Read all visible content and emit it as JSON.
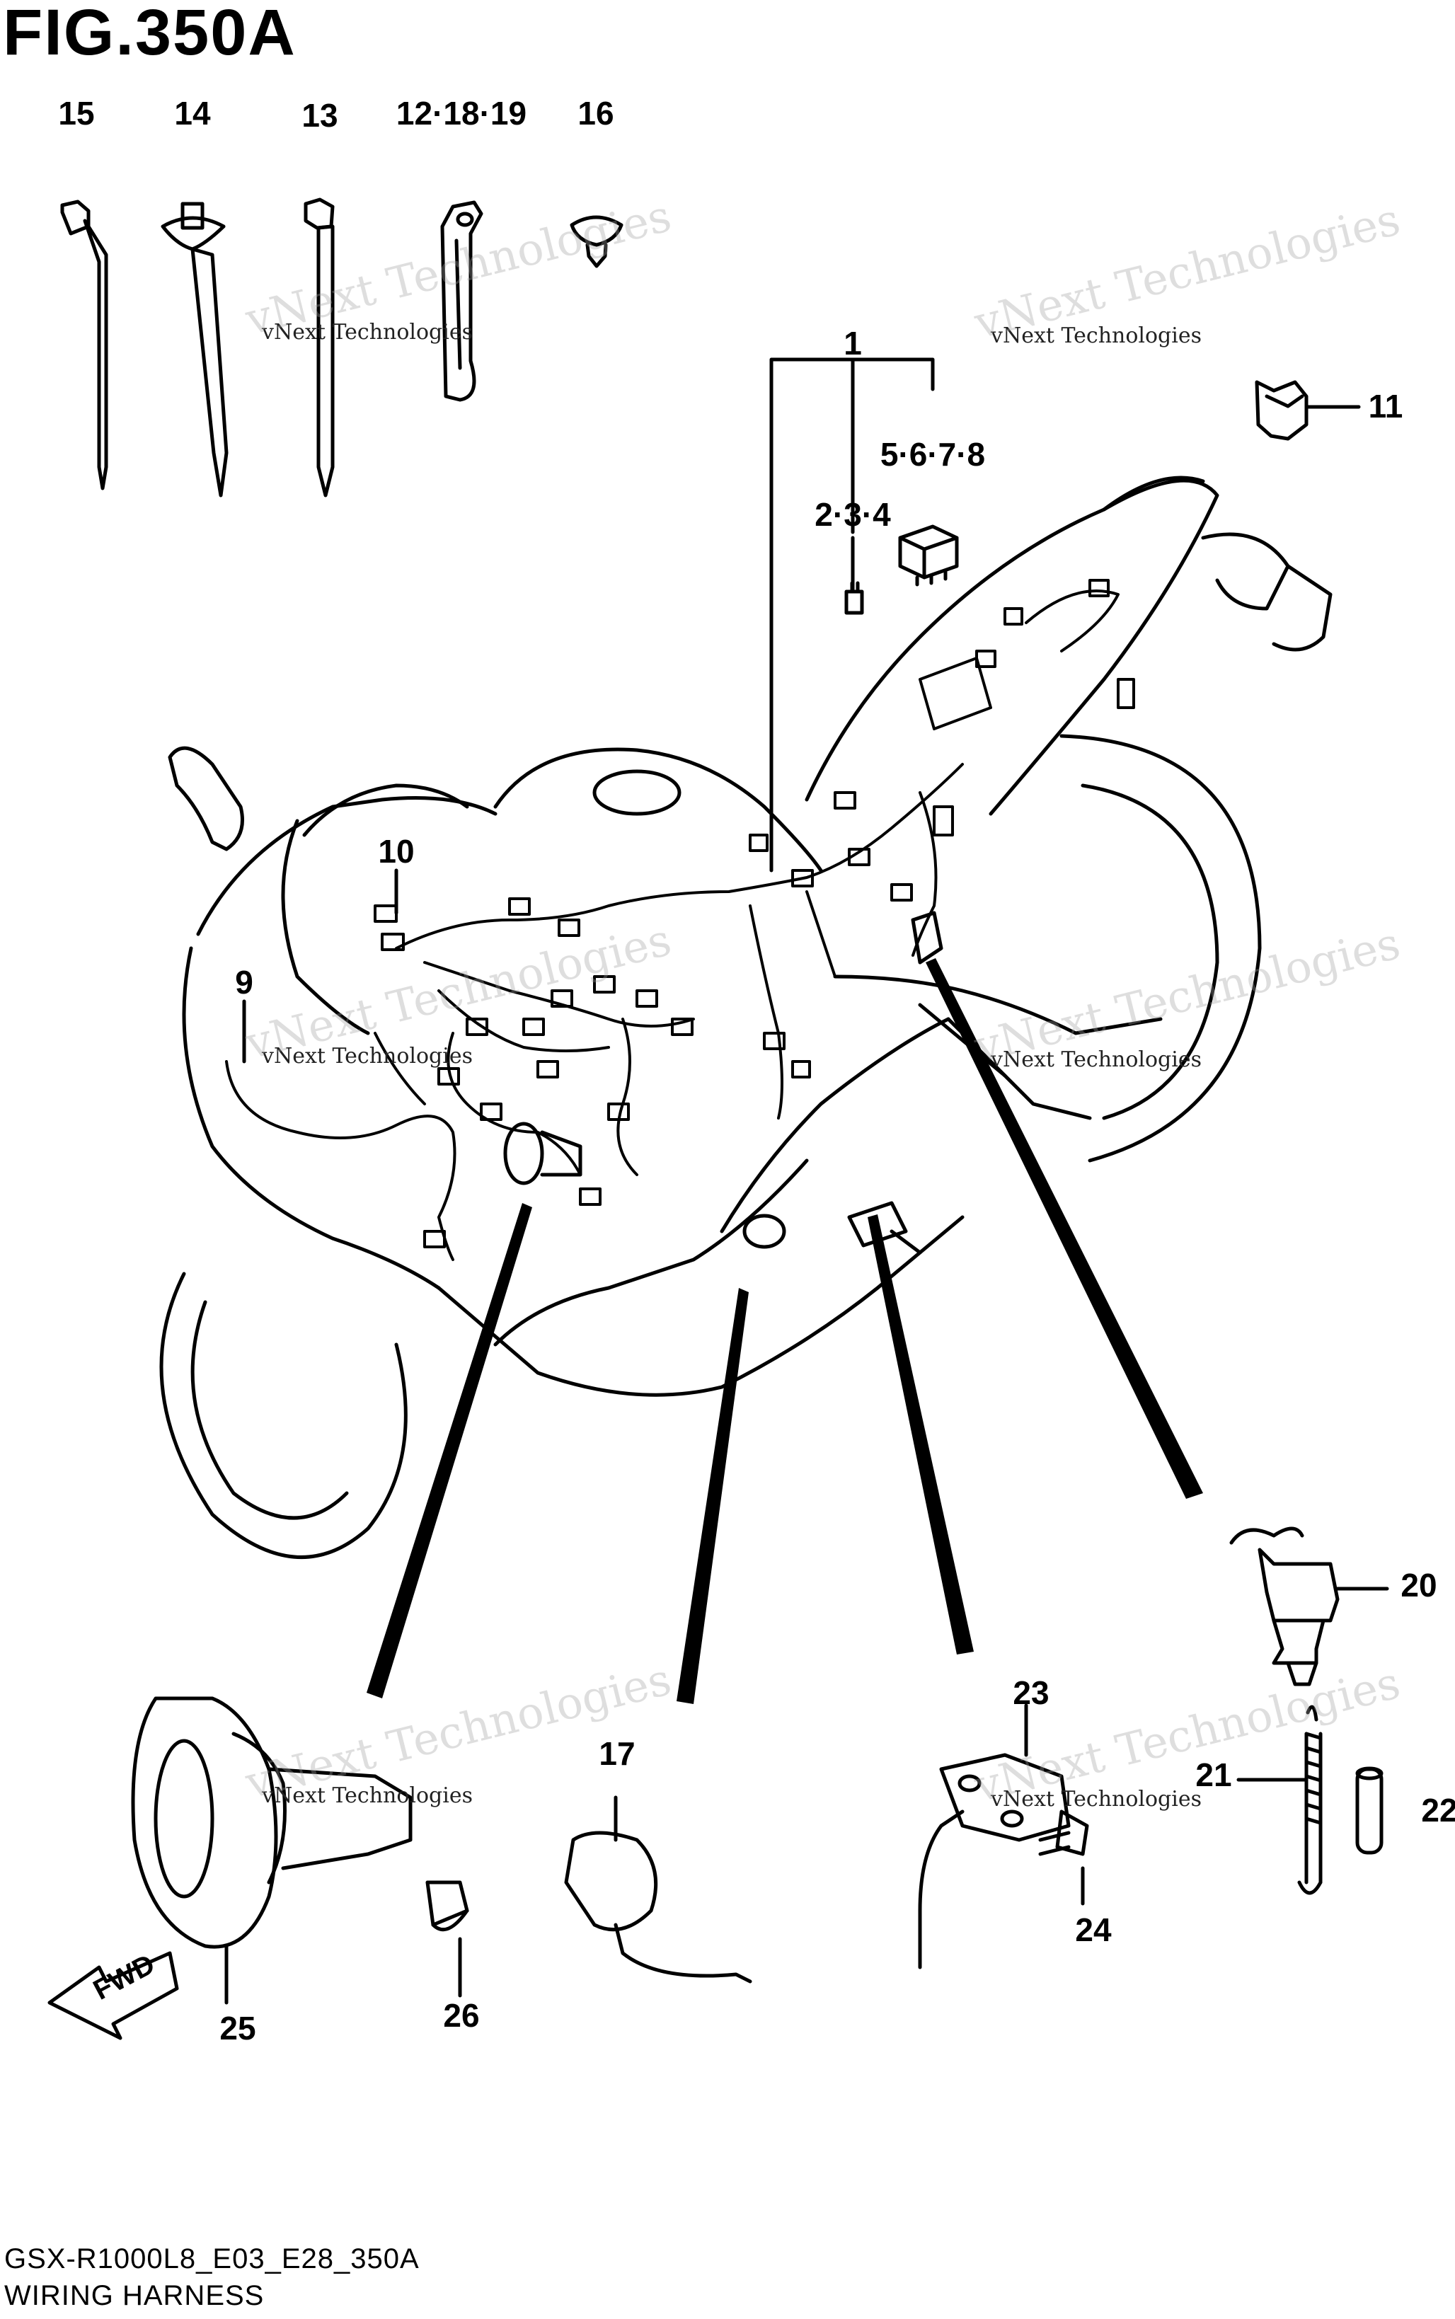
{
  "figure": {
    "title": "FIG.350A"
  },
  "callouts": {
    "c15": "15",
    "c14": "14",
    "c13": "13",
    "c12_18_19": "12·18·19",
    "c16": "16",
    "c1": "1",
    "c5_6_7_8": "5·6·7·8",
    "c2_3_4": "2·3·4",
    "c11": "11",
    "c10": "10",
    "c9": "9",
    "c20": "20",
    "c21": "21",
    "c22": "22",
    "c23": "23",
    "c24": "24",
    "c17": "17",
    "c25": "25",
    "c26": "26"
  },
  "direction_marker": {
    "label": "FWD"
  },
  "watermark": {
    "small": "vNext Technologies",
    "large": "vNext Technologies"
  },
  "footer": {
    "model_code": "GSX-R1000L8_E03_E28_350A",
    "caption": "WIRING HARNESS"
  }
}
